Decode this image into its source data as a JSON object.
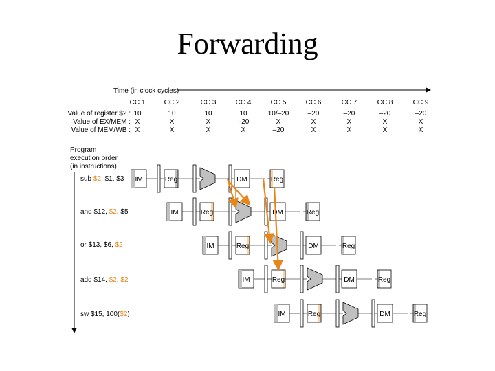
{
  "title": "Forwarding",
  "time_axis_label": "Time (in clock cycles)",
  "clock_cycles": [
    "CC 1",
    "CC 2",
    "CC 3",
    "CC 4",
    "CC 5",
    "CC 6",
    "CC 7",
    "CC 8",
    "CC 9"
  ],
  "value_rows": [
    {
      "label": "Value of register $2 :",
      "values": [
        "10",
        "10",
        "10",
        "10",
        "10/–20",
        "–20",
        "–20",
        "–20",
        "–20"
      ]
    },
    {
      "label": "Value of EX/MEM :",
      "values": [
        "X",
        "X",
        "X",
        "–20",
        "X",
        "X",
        "X",
        "X",
        "X"
      ]
    },
    {
      "label": "Value of MEM/WB :",
      "values": [
        "X",
        "X",
        "X",
        "X",
        "–20",
        "X",
        "X",
        "X",
        "X"
      ]
    }
  ],
  "program_order_label": [
    "Program",
    "execution order",
    "(in instructions)"
  ],
  "instructions": [
    {
      "parts": [
        {
          "text": "sub ",
          "hl": false
        },
        {
          "text": "$2",
          "hl": true
        },
        {
          "text": ", $1, $3",
          "hl": false
        }
      ]
    },
    {
      "parts": [
        {
          "text": "and $12, ",
          "hl": false
        },
        {
          "text": "$2",
          "hl": true
        },
        {
          "text": ", $5",
          "hl": false
        }
      ]
    },
    {
      "parts": [
        {
          "text": "or $13, $6, ",
          "hl": false
        },
        {
          "text": "$2",
          "hl": true
        }
      ]
    },
    {
      "parts": [
        {
          "text": "add $14, ",
          "hl": false
        },
        {
          "text": "$2",
          "hl": true
        },
        {
          "text": ", ",
          "hl": false
        },
        {
          "text": "$2",
          "hl": true
        }
      ]
    },
    {
      "parts": [
        {
          "text": "sw $15, 100(",
          "hl": false
        },
        {
          "text": "$2",
          "hl": true
        },
        {
          "text": ")",
          "hl": false
        }
      ]
    }
  ],
  "stage_labels": {
    "im": "IM",
    "reg": "Reg",
    "dm": "DM"
  },
  "colors": {
    "highlight": "#e8861a",
    "gray": "#c0c0c0",
    "reg_highlight": "#f9d4a8"
  }
}
